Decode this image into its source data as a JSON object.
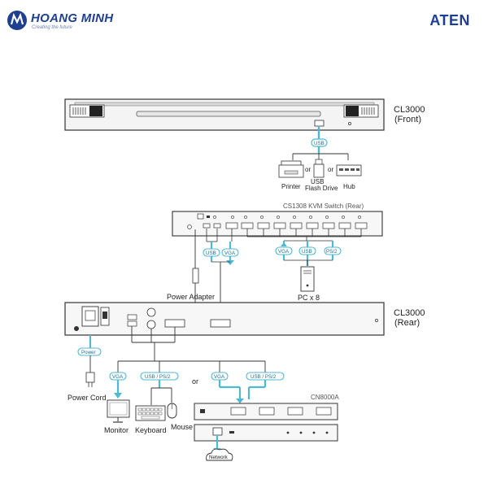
{
  "header": {
    "left_brand": "HOANG MINH",
    "left_tagline": "Creating the future",
    "right_brand": "ATEN"
  },
  "front": {
    "title": "CL3000",
    "subtitle": "(Front)",
    "usb_label": "USB",
    "devices": [
      "Printer",
      "USB\nFlash Drive",
      "Hub"
    ],
    "or_label": "or"
  },
  "kvm": {
    "title": "CS1308 KVM Switch (Rear)",
    "usb_label": "USB",
    "vga_label": "VGA",
    "ps2_label": "PS/2",
    "pc_label": "PC x 8"
  },
  "rear": {
    "title": "CL3000",
    "subtitle": "(Rear)",
    "power_adapter": "Power Adapter",
    "power_label": "Power",
    "power_cord": "Power Cord",
    "vga_label": "VGA",
    "usb_ps2_label": "USB / PS/2",
    "or_label": "or",
    "monitor": "Monitor",
    "keyboard": "Keyboard",
    "mouse": "Mouse"
  },
  "module": {
    "title": "CN8000A",
    "network": "Network"
  },
  "colors": {
    "cable": "#4fb8d2",
    "line": "#333333",
    "brand_blue": "#1e3e93"
  }
}
